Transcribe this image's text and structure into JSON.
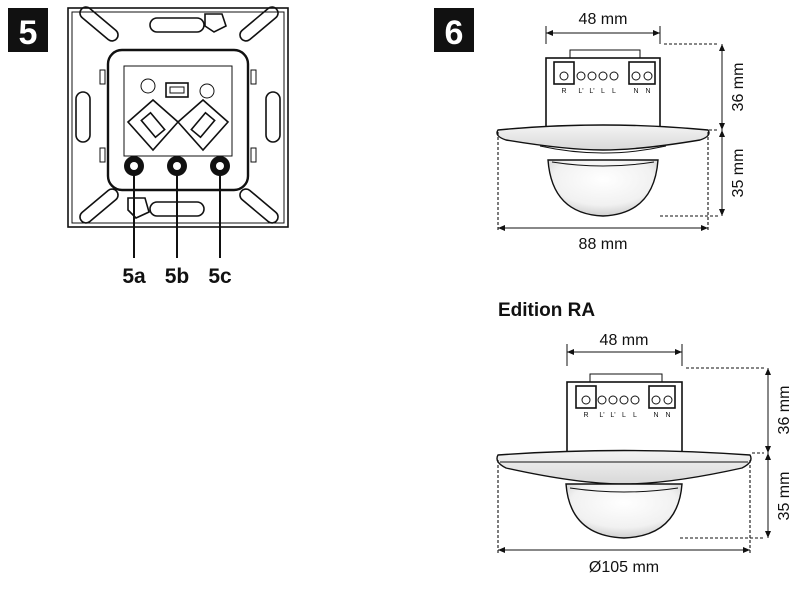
{
  "figure5": {
    "badge": "5",
    "callouts": [
      "5a",
      "5b",
      "5c"
    ]
  },
  "figure6": {
    "badge": "6",
    "standard": {
      "top_width": "48 mm",
      "base_height": "36 mm",
      "dome_height": "35 mm",
      "diameter": "88 mm",
      "terminals": [
        "R",
        "L'",
        "L'",
        "L",
        "L",
        "N",
        "N"
      ]
    },
    "edition": {
      "heading": "Edition RA",
      "top_width": "48 mm",
      "base_height": "36 mm",
      "dome_height": "35 mm",
      "diameter": "Ø105 mm",
      "terminals": [
        "R",
        "L'",
        "L'",
        "L",
        "L",
        "N",
        "N"
      ]
    }
  },
  "colors": {
    "ink": "#111111",
    "badge": "#111111",
    "background": "#ffffff"
  }
}
